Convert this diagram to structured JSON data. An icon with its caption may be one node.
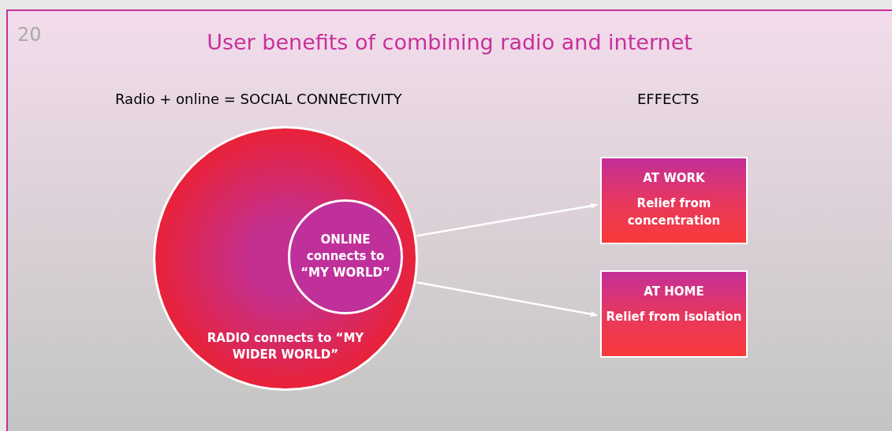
{
  "diagram": {
    "title": "User benefits of combining radio and internet",
    "nodes": [
      {
        "text": [
          "RADIO connects to “MY WIDER WORLD”"
        ]
      },
      {
        "text": [
          "ONLINE connects to “MY WORLD”"
        ],
        "in": 0
      },
      {
        "text": [
          "AT WORK",
          "Relief from concentration"
        ]
      },
      {
        "text": [
          "AT HOME",
          "Relief from isolation"
        ]
      }
    ],
    "edges": [
      {
        "from": 0,
        "to": 2,
        "arrow": "to",
        "color": "#ffffff"
      },
      {
        "from": 0,
        "to": 3,
        "arrow": "to",
        "color": "#ffffff"
      }
    ],
    "labels": [
      "20",
      "Radio + online = SOCIAL CONNECTIVITY",
      "EFFECTS"
    ]
  }
}
